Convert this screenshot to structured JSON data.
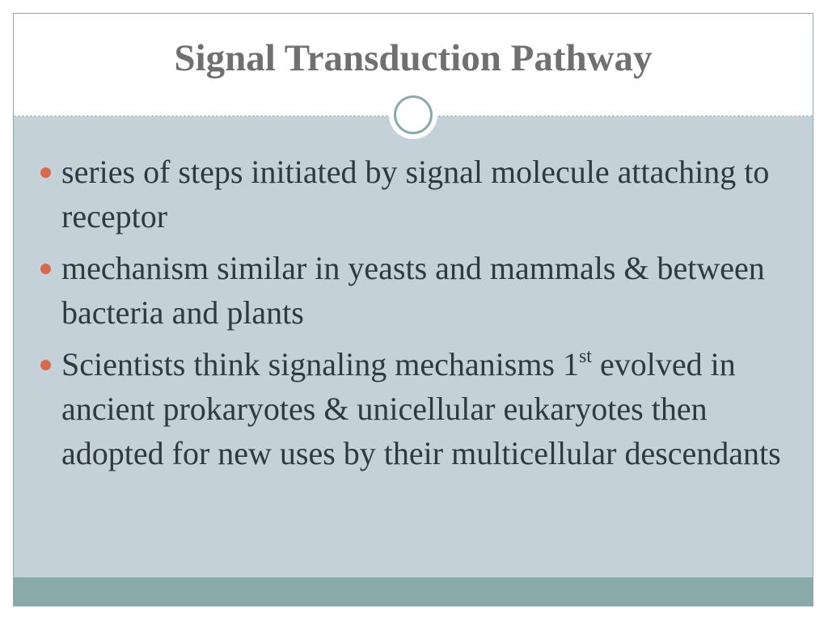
{
  "slide": {
    "title": "Signal Transduction Pathway",
    "bullets": [
      {
        "text": "series of steps initiated by signal molecule attaching to receptor"
      },
      {
        "text": "mechanism similar in yeasts and mammals & between bacteria and plants"
      },
      {
        "text_before": "Scientists think signaling mechanisms 1",
        "superscript": "st",
        "text_after": " evolved in ancient prokaryotes & unicellular eukaryotes then adopted for new uses by their multicellular descendants"
      }
    ]
  },
  "colors": {
    "title": "#707070",
    "body_text": "#2e3a40",
    "content_background": "#c5d1d8",
    "accent_bar": "#8aaaa9",
    "bullet": "#d9694e"
  }
}
